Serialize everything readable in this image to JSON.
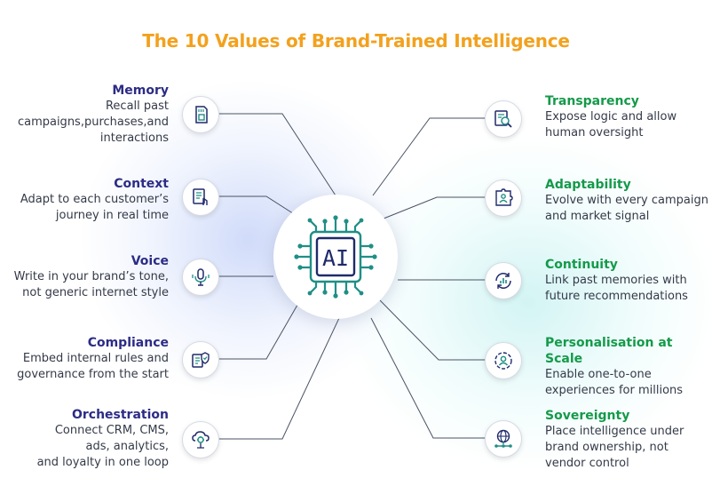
{
  "title": "The 10 Values of Brand-Trained Intelligence",
  "hub": {
    "label": "AI"
  },
  "left": [
    {
      "heading": "Memory",
      "lines": [
        "Recall past",
        "campaigns,purchases,and",
        "interactions"
      ],
      "icon": "sd-card-icon"
    },
    {
      "heading": "Context",
      "lines": [
        "Adapt to each customer’s",
        "journey in real time"
      ],
      "icon": "document-touch-icon"
    },
    {
      "heading": "Voice",
      "lines": [
        "Write in your brand’s tone,",
        "not generic internet style"
      ],
      "icon": "microphone-icon"
    },
    {
      "heading": "Compliance",
      "lines": [
        "Embed internal rules and",
        "governance from the start"
      ],
      "icon": "compliance-shield-icon"
    },
    {
      "heading": "Orchestration",
      "lines": [
        "Connect CRM, CMS,",
        "ads, analytics,",
        "and loyalty in one loop"
      ],
      "icon": "cloud-gear-icon"
    }
  ],
  "right": [
    {
      "heading": "Transparency",
      "lines": [
        "Expose logic and allow",
        "human oversight"
      ],
      "icon": "magnifier-document-icon"
    },
    {
      "heading": "Adaptability",
      "lines": [
        "Evolve with every campaign",
        "and market signal"
      ],
      "icon": "puzzle-people-icon"
    },
    {
      "heading": "Continuity",
      "lines": [
        "Link past memories with",
        "future recommendations"
      ],
      "icon": "cycle-chart-icon"
    },
    {
      "heading": "Personalisation at Scale",
      "lines": [
        "Enable one-to-one",
        "experiences for millions"
      ],
      "icon": "person-circle-icon"
    },
    {
      "heading": "Sovereignty",
      "lines": [
        "Place intelligence under",
        "brand ownership, not",
        "vendor control"
      ],
      "icon": "globe-network-icon"
    }
  ],
  "colors": {
    "title": "#f3a11d",
    "left_heading": "#2c2c86",
    "right_heading": "#149a4a",
    "chip_teal": "#1f8f86",
    "chip_navy": "#1f2a6b"
  }
}
